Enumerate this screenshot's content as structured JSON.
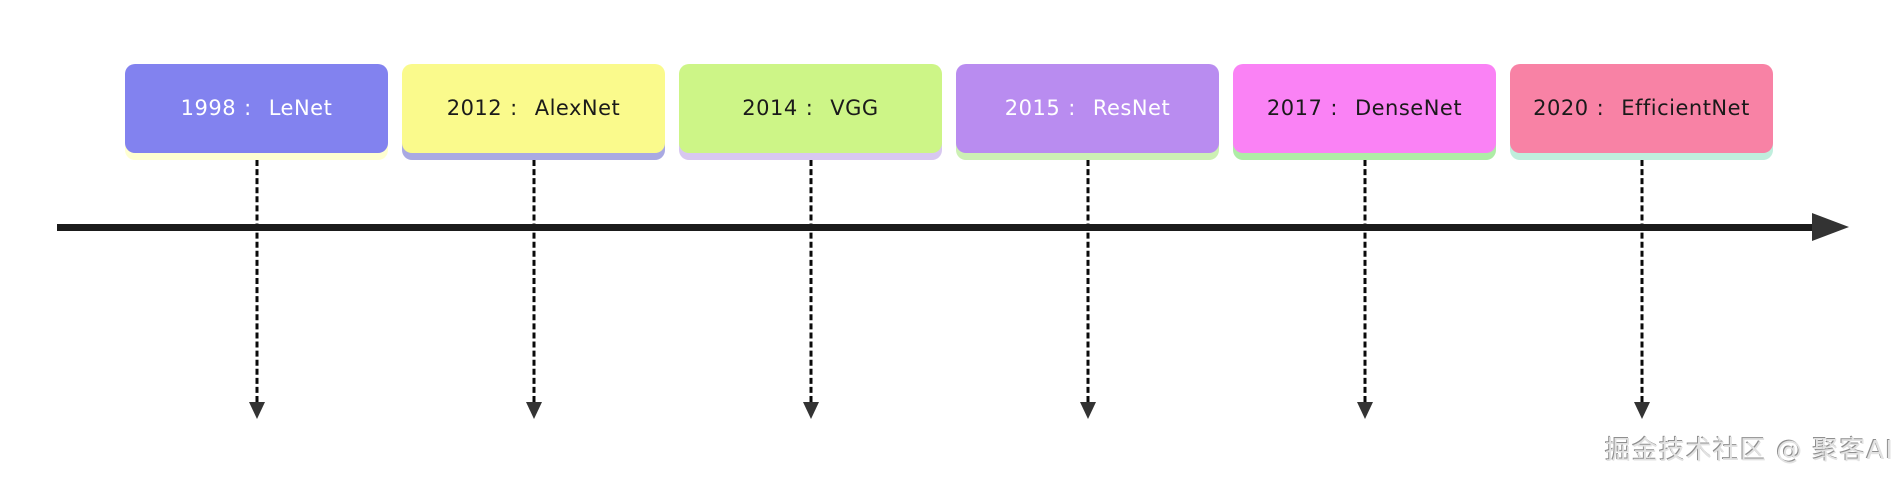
{
  "diagram": {
    "type": "timeline",
    "separator": ":",
    "axis_color": "#1b1b1b",
    "connector_color": "#0a0a0a",
    "items": [
      {
        "year": "1998",
        "name": "LeNet",
        "box_color": "#8282ef",
        "text_color": "#ffffff",
        "strip_color": "#ffffd2"
      },
      {
        "year": "2012",
        "name": "AlexNet",
        "box_color": "#fafa8c",
        "text_color": "#1a1a1a",
        "strip_color": "#a9a9e2"
      },
      {
        "year": "2014",
        "name": "VGG",
        "box_color": "#cdf587",
        "text_color": "#1a1a1a",
        "strip_color": "#d8c8f0"
      },
      {
        "year": "2015",
        "name": "ResNet",
        "box_color": "#b98cf0",
        "text_color": "#ffffff",
        "strip_color": "#cdf0b4"
      },
      {
        "year": "2017",
        "name": "DenseNet",
        "box_color": "#fa82f5",
        "text_color": "#1a1a1a",
        "strip_color": "#aeeca6"
      },
      {
        "year": "2020",
        "name": "EfficientNet",
        "box_color": "#f882a5",
        "text_color": "#1a1a1a",
        "strip_color": "#c0eedd"
      }
    ]
  },
  "watermark": {
    "text": "掘金技术社区 @ 聚客AI"
  }
}
